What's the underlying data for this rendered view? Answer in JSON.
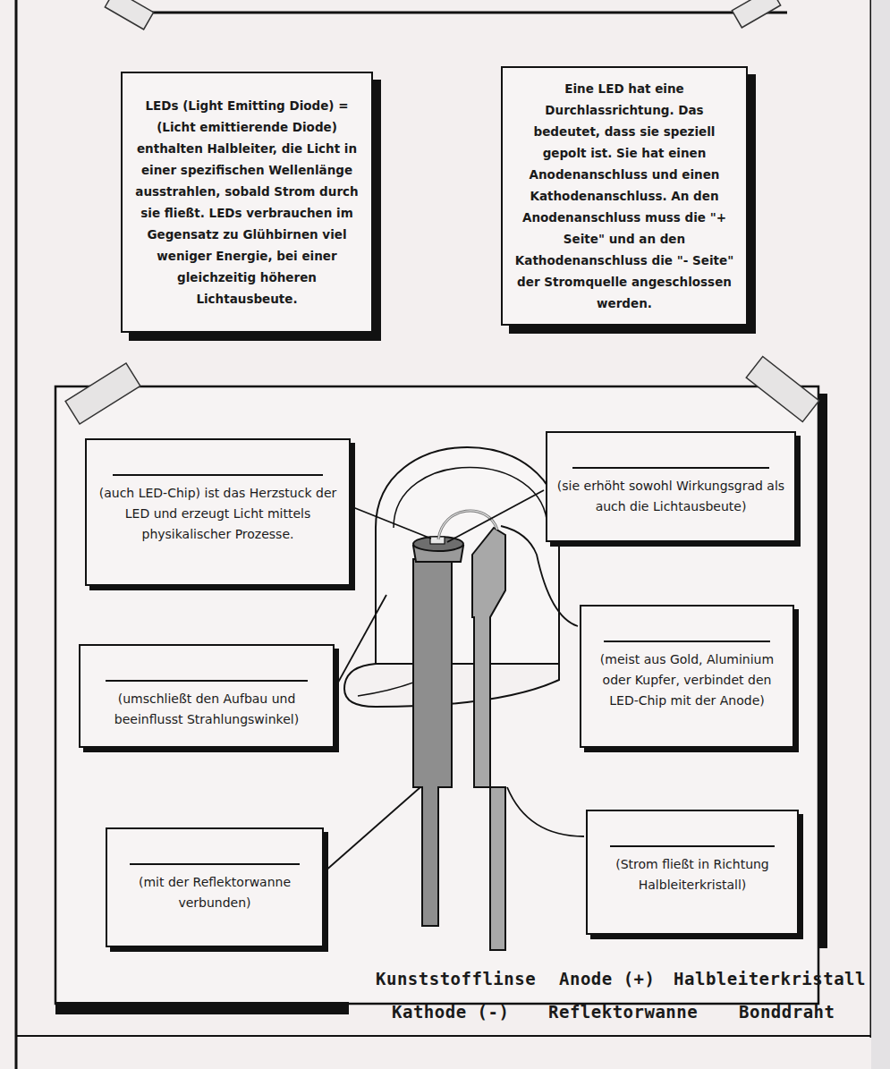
{
  "diagram": {
    "nodes": [
      {
        "text": [
          "LEDs (Light Emitting Diode) = (Licht emittierende Diode) enthalten Halbleiter, die Licht in einer spezifischen Wellenlänge ausstrahlen, sobald Strom durch sie fließt. LEDs verbrauchen im Gegensatz zu Glühbirnen viel weniger Energie, bei einer gleichzeitig höheren Lichtausbeute."
        ]
      },
      {
        "text": [
          "Eine LED hat eine Durchlassrichtung. Das bedeutet, dass sie speziell gepolt ist. Sie hat einen Anodenanschluss und einen Kathodenanschluss. An den Anodenanschluss muss die \"+ Seite\" und an den Kathodenanschluss die \"- Seite\" der Stromquelle angeschlossen werden."
        ]
      },
      {
        "text": [
          "(sie erhöht sowohl Wirkungsgrad als auch die Lichtausbeute)"
        ]
      },
      {
        "text": [
          "(auch LED-Chip) ist das Herzstuck der LED und erzeugt Licht mittels physikalischer Prozesse."
        ]
      },
      {
        "text": [
          "(meist aus Gold, Aluminium oder Kupfer, verbindet den LED-Chip mit der Anode)"
        ]
      },
      {
        "text": [
          "(umschließt den Aufbau und beeinflusst Strahlungswinkel)"
        ]
      },
      {
        "text": [
          "(Strom fließt in Richtung Halbleiterkristall)"
        ]
      },
      {
        "text": [
          "(mit der Reflektorwanne verbunden)"
        ]
      }
    ],
    "labels": [
      "Kunststofflinse",
      "Anode (+)",
      "Halbleiterkristall",
      "Kathode (-)",
      "Reflektorwanne",
      "Bonddraht"
    ]
  }
}
